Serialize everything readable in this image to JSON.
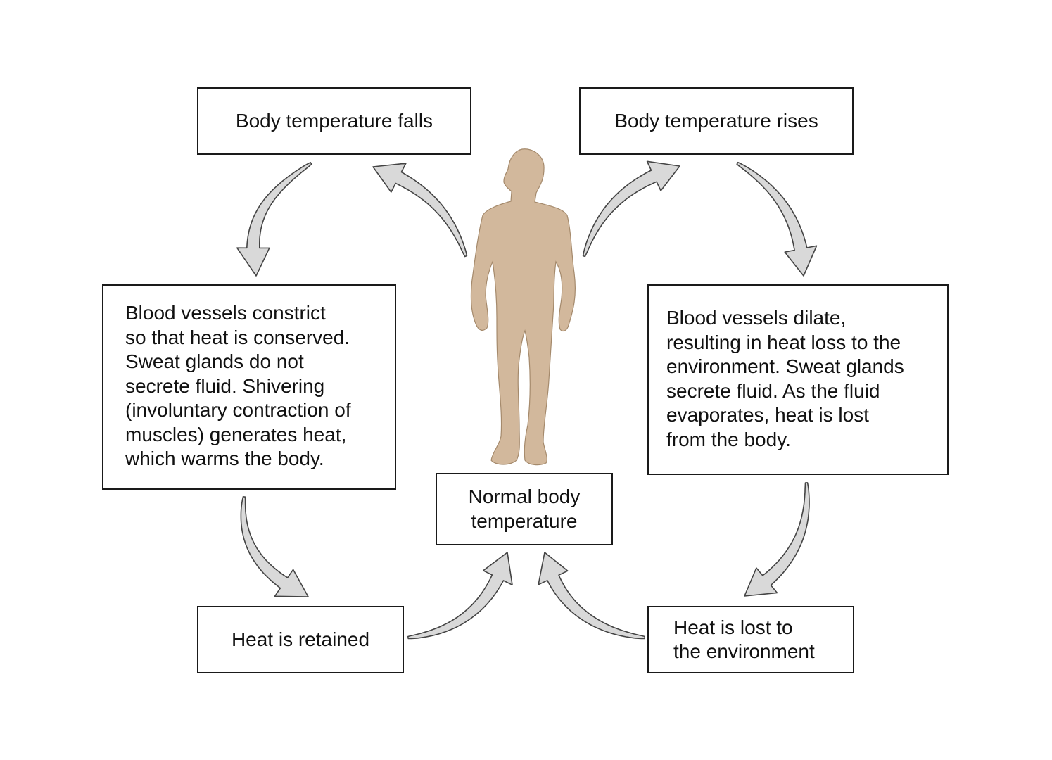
{
  "colors": {
    "arrow_fill": "#d9d9d9",
    "arrow_stroke": "#444444",
    "body_fill": "#d2b89c",
    "body_stroke": "#a58a6c",
    "box_border": "#1a1a1a"
  },
  "nodes": {
    "falls": "Body temperature falls",
    "rises": "Body temperature rises",
    "constrict": "Blood vessels constrict\nso that heat is conserved.\nSweat glands do not\nsecrete fluid. Shivering\n(involuntary contraction of\nmuscles) generates heat,\nwhich warms the body.",
    "dilate": "Blood vessels dilate,\nresulting in heat loss to the\nenvironment. Sweat glands\nsecrete fluid. As the fluid\nevaporates, heat is lost\nfrom the body.",
    "normal": "Normal body\ntemperature",
    "retained": "Heat is retained",
    "lost": "Heat is lost to\nthe environment"
  },
  "icons": {
    "figure": "human-body-icon",
    "arrow": "curved-arrow-icon"
  }
}
